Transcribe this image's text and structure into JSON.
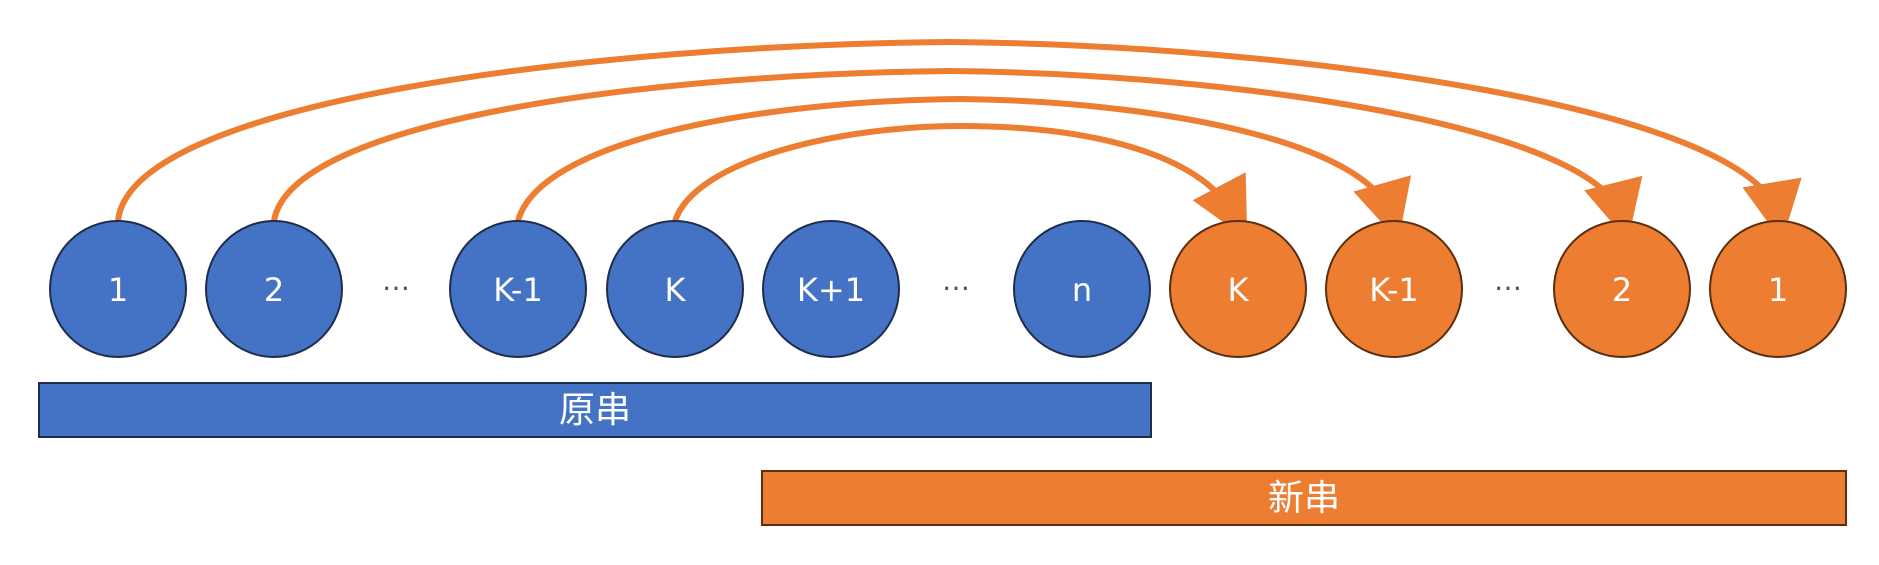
{
  "colors": {
    "blue": "#4472C4",
    "orange": "#ED7D31",
    "blue_stroke": "#1F2D4D",
    "orange_stroke": "#5A2E0E",
    "ellipsis": "#555555",
    "label": "#FFFFFF"
  },
  "original_nodes": [
    "1",
    "2",
    "K-1",
    "K",
    "K+1",
    "n"
  ],
  "new_nodes": [
    "K",
    "K-1",
    "2",
    "1"
  ],
  "ellipsis": "…",
  "bars": {
    "original_label": "原串",
    "new_label": "新串"
  }
}
